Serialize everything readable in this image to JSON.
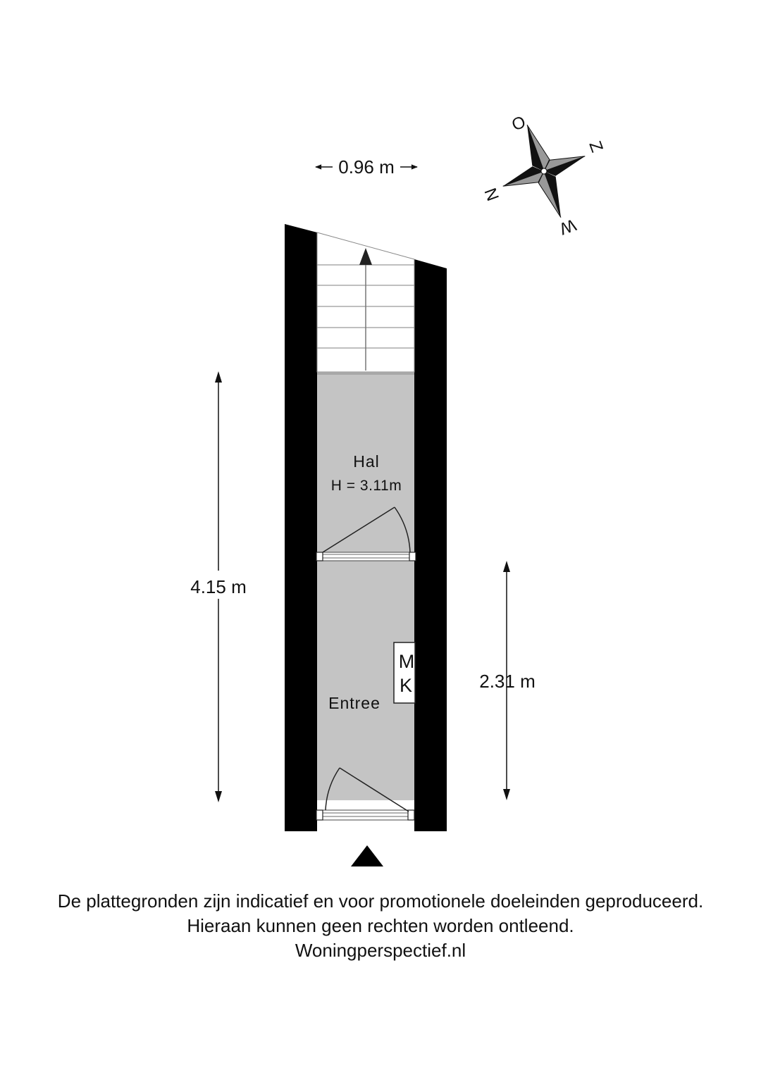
{
  "dimensions": {
    "width": "0.96 m",
    "total_length": "4.15 m",
    "entree_length": "2.31 m"
  },
  "rooms": {
    "hal": {
      "name": "Hal",
      "height": "H = 3.11m"
    },
    "entree": {
      "name": "Entree"
    }
  },
  "meter_cupboard": {
    "line1": "M",
    "line2": "K"
  },
  "compass": {
    "north_top": "O",
    "east": "Z",
    "west": "N",
    "south": "W"
  },
  "entrance_marker_icon": "triangle-up-icon",
  "disclaimer": {
    "line1": "De plattegronden zijn indicatief en voor promotionele doeleinden geproduceerd.",
    "line2": "Hieraan kunnen geen rechten worden ontleend.",
    "line3": "Woningperspectief.nl"
  },
  "colors": {
    "wall": "#000000",
    "floor": "#c4c4c4",
    "stair": "#ffffff"
  }
}
